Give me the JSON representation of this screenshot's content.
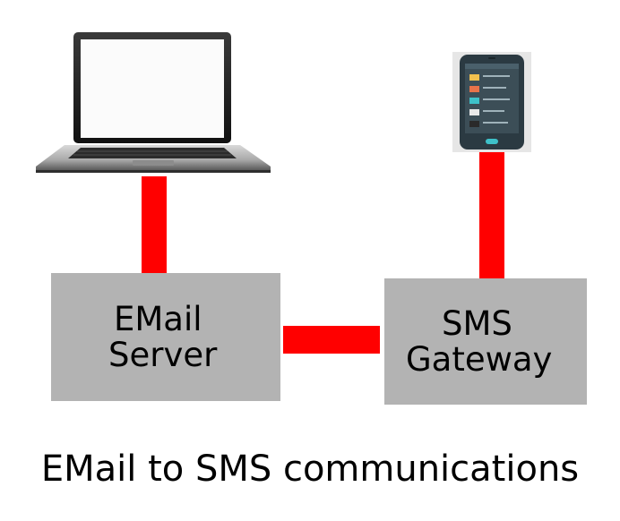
{
  "diagram": {
    "email_server": {
      "line1": "EMail",
      "line2": "Server"
    },
    "sms_gateway": {
      "line1": "SMS",
      "line2": "Gateway"
    },
    "caption": "EMail to SMS communications",
    "colors": {
      "connector": "#ff0000",
      "box_fill": "#b3b3b3",
      "text": "#000000"
    },
    "icons": [
      "laptop-icon",
      "smartphone-icon"
    ]
  }
}
